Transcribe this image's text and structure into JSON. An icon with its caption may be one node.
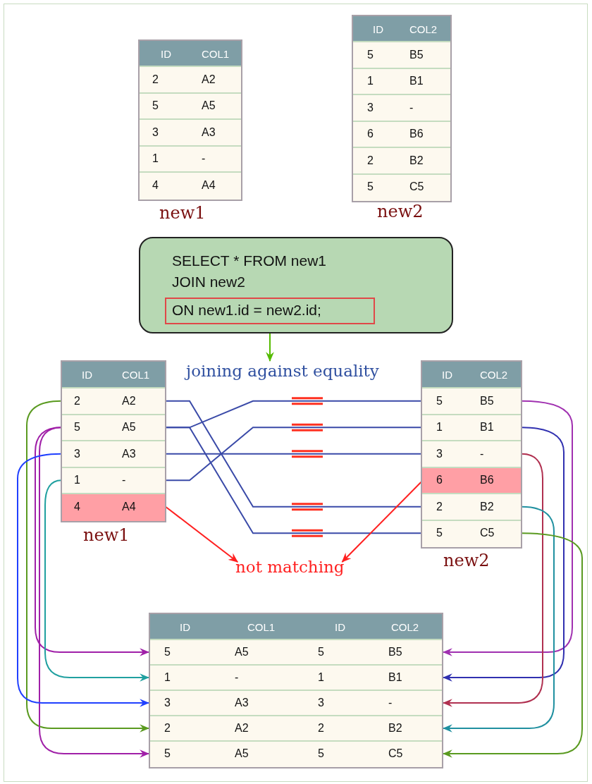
{
  "diagram": {
    "nodes": [
      {
        "text": [
          "ID",
          "COL1"
        ],
        "beside": [
          "new1"
        ]
      },
      {
        "text": [
          "2",
          "A2"
        ],
        "in": 0
      },
      {
        "text": [
          "5",
          "A5"
        ],
        "in": 0
      },
      {
        "text": [
          "3",
          "A3"
        ],
        "in": 0
      },
      {
        "text": [
          "1",
          "-"
        ],
        "in": 0
      },
      {
        "text": [
          "4",
          "A4"
        ],
        "in": 0
      },
      {
        "text": [
          "ID",
          "COL2"
        ],
        "beside": [
          "new2"
        ]
      },
      {
        "text": [
          "5",
          "B5"
        ],
        "in": 6
      },
      {
        "text": [
          "1",
          "B1"
        ],
        "in": 6
      },
      {
        "text": [
          "3",
          "-"
        ],
        "in": 6
      },
      {
        "text": [
          "6",
          "B6"
        ],
        "in": 6
      },
      {
        "text": [
          "2",
          "B2"
        ],
        "in": 6
      },
      {
        "text": [
          "5",
          "C5"
        ],
        "in": 6
      },
      {
        "text": [
          "SELECT * FROM new1 JOIN new2"
        ]
      },
      {
        "text": [
          "ON new1.id = new2.id;"
        ],
        "in": 13
      },
      {
        "text": [
          "joining against equality"
        ]
      },
      {
        "text": [
          "ID",
          "COL1"
        ],
        "beside": [
          "new1"
        ]
      },
      {
        "text": [
          "2",
          "A2"
        ],
        "in": 16
      },
      {
        "text": [
          "5",
          "A5"
        ],
        "in": 16
      },
      {
        "text": [
          "3",
          "A3"
        ],
        "in": 16
      },
      {
        "text": [
          "1",
          "-"
        ],
        "in": 16
      },
      {
        "text": [
          "4",
          "A4"
        ],
        "in": 16
      },
      {
        "text": [
          "ID",
          "COL2"
        ],
        "beside": [
          "new2"
        ]
      },
      {
        "text": [
          "5",
          "B5"
        ],
        "in": 22
      },
      {
        "text": [
          "1",
          "B1"
        ],
        "in": 22
      },
      {
        "text": [
          "3",
          "-"
        ],
        "in": 22
      },
      {
        "text": [
          "6",
          "B6"
        ],
        "in": 22
      },
      {
        "text": [
          "2",
          "B2"
        ],
        "in": 22
      },
      {
        "text": [
          "5",
          "C5"
        ],
        "in": 22
      },
      {
        "text": [
          "not matching"
        ]
      },
      {
        "text": [
          "ID",
          "COL1",
          "ID",
          "COL2"
        ]
      },
      {
        "text": [
          "5",
          "A5",
          "5",
          "B5"
        ],
        "in": 30
      },
      {
        "text": [
          "1",
          "-",
          "1",
          "B1"
        ],
        "in": 30
      },
      {
        "text": [
          "3",
          "A3",
          "3",
          "-"
        ],
        "in": 30
      },
      {
        "text": [
          "2",
          "A2",
          "2",
          "B2"
        ],
        "in": 30
      },
      {
        "text": [
          "5",
          "A5",
          "5",
          "C5"
        ],
        "in": 30
      }
    ],
    "edges": [
      {
        "from": 14,
        "to": 15,
        "arrow": "to",
        "color": "#55bb00"
      },
      {
        "from": 17,
        "to": 27,
        "arrow": "none"
      },
      {
        "from": 18,
        "to": 23,
        "arrow": "none"
      },
      {
        "from": 18,
        "to": 28,
        "arrow": "none"
      },
      {
        "from": 19,
        "to": 25,
        "arrow": "none"
      },
      {
        "from": 20,
        "to": 24,
        "arrow": "none"
      },
      {
        "from": 21,
        "to": 29,
        "arrow": "to",
        "color": "#ff2020"
      },
      {
        "from": 26,
        "to": 29,
        "arrow": "to",
        "color": "#ff2020"
      },
      {
        "from": 17,
        "to": 34,
        "arrow": "to",
        "color": "#5a9a20"
      },
      {
        "from": 18,
        "to": 31,
        "arrow": "to",
        "color": "#a020a8"
      },
      {
        "from": 18,
        "to": 35,
        "arrow": "to",
        "color": "#a020a8"
      },
      {
        "from": 19,
        "to": 33,
        "arrow": "to",
        "color": "#2040ff"
      },
      {
        "from": 20,
        "to": 32,
        "arrow": "to",
        "color": "#20a0a0"
      },
      {
        "from": 23,
        "to": 31,
        "arrow": "to",
        "color": "#a030b0"
      },
      {
        "from": 24,
        "to": 32,
        "arrow": "to",
        "color": "#3030b0"
      },
      {
        "from": 25,
        "to": 33,
        "arrow": "to",
        "color": "#b03050"
      },
      {
        "from": 27,
        "to": 34,
        "arrow": "to",
        "color": "#2090a0"
      },
      {
        "from": 28,
        "to": 35,
        "arrow": "to",
        "color": "#5a9a20"
      }
    ]
  }
}
